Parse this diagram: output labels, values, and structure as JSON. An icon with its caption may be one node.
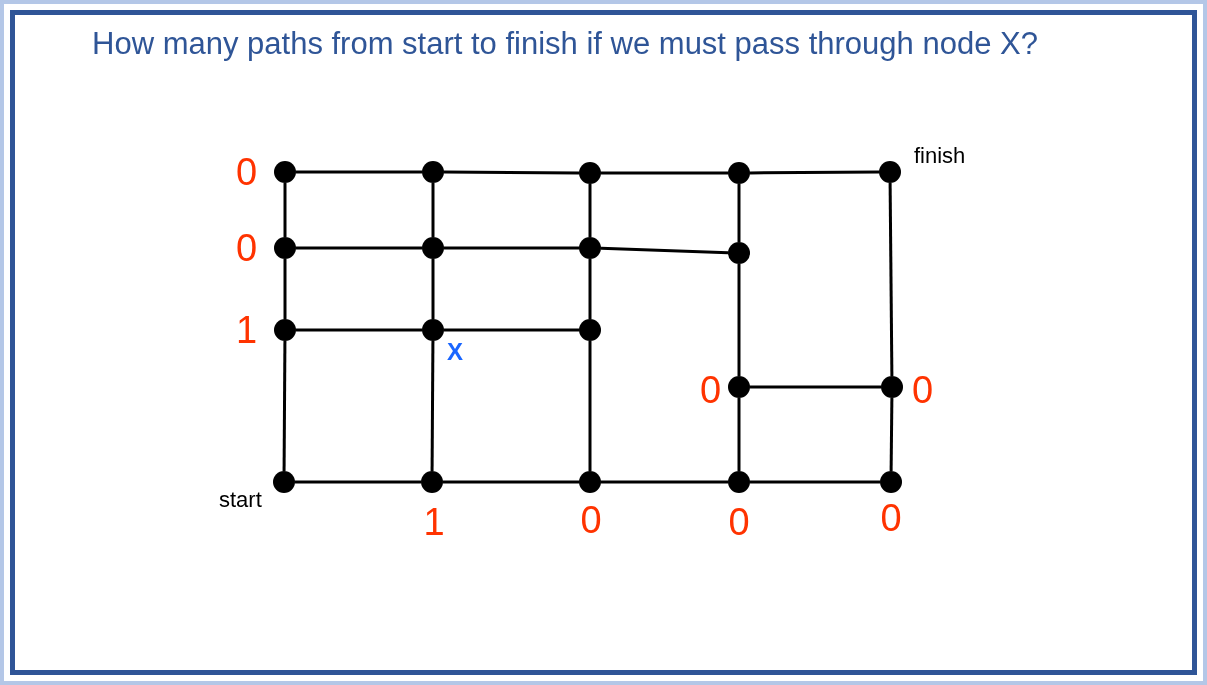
{
  "diagram": {
    "title": "How many paths from start to finish if we must pass through node X?",
    "nodes": [
      {
        "text": [],
        "shape": "circle",
        "beside": [
          "0"
        ]
      },
      {
        "text": [],
        "shape": "circle"
      },
      {
        "text": [],
        "shape": "circle"
      },
      {
        "text": [],
        "shape": "circle"
      },
      {
        "text": [],
        "shape": "circle",
        "beside": [
          "finish"
        ]
      },
      {
        "text": [],
        "shape": "circle",
        "beside": [
          "0"
        ]
      },
      {
        "text": [],
        "shape": "circle"
      },
      {
        "text": [],
        "shape": "circle"
      },
      {
        "text": [],
        "shape": "circle"
      },
      {
        "text": [],
        "shape": "circle",
        "beside": [
          "1"
        ]
      },
      {
        "text": [],
        "shape": "circle",
        "beside": [
          "X"
        ]
      },
      {
        "text": [],
        "shape": "circle"
      },
      {
        "text": [],
        "shape": "circle",
        "beside": [
          "0"
        ]
      },
      {
        "text": [],
        "shape": "circle",
        "beside": [
          "0"
        ]
      },
      {
        "text": [],
        "shape": "circle",
        "beside": [
          "start"
        ]
      },
      {
        "text": [],
        "shape": "circle",
        "beside": [
          "1"
        ]
      },
      {
        "text": [],
        "shape": "circle",
        "beside": [
          "0"
        ]
      },
      {
        "text": [],
        "shape": "circle",
        "beside": [
          "0"
        ]
      },
      {
        "text": [],
        "shape": "circle",
        "beside": [
          "0"
        ]
      }
    ],
    "edges": [
      {
        "from": 0,
        "to": 1,
        "arrow": "none"
      },
      {
        "from": 1,
        "to": 2,
        "arrow": "none"
      },
      {
        "from": 2,
        "to": 3,
        "arrow": "none"
      },
      {
        "from": 3,
        "to": 4,
        "arrow": "none"
      },
      {
        "from": 5,
        "to": 6,
        "arrow": "none"
      },
      {
        "from": 6,
        "to": 7,
        "arrow": "none"
      },
      {
        "from": 7,
        "to": 8,
        "arrow": "none"
      },
      {
        "from": 9,
        "to": 10,
        "arrow": "none"
      },
      {
        "from": 10,
        "to": 11,
        "arrow": "none"
      },
      {
        "from": 12,
        "to": 13,
        "arrow": "none"
      },
      {
        "from": 14,
        "to": 15,
        "arrow": "none"
      },
      {
        "from": 15,
        "to": 16,
        "arrow": "none"
      },
      {
        "from": 16,
        "to": 17,
        "arrow": "none"
      },
      {
        "from": 17,
        "to": 18,
        "arrow": "none"
      },
      {
        "from": 0,
        "to": 5,
        "arrow": "none"
      },
      {
        "from": 5,
        "to": 9,
        "arrow": "none"
      },
      {
        "from": 9,
        "to": 14,
        "arrow": "none"
      },
      {
        "from": 1,
        "to": 6,
        "arrow": "none"
      },
      {
        "from": 6,
        "to": 10,
        "arrow": "none"
      },
      {
        "from": 10,
        "to": 15,
        "arrow": "none"
      },
      {
        "from": 2,
        "to": 7,
        "arrow": "none"
      },
      {
        "from": 7,
        "to": 11,
        "arrow": "none"
      },
      {
        "from": 11,
        "to": 16,
        "arrow": "none"
      },
      {
        "from": 3,
        "to": 8,
        "arrow": "none"
      },
      {
        "from": 8,
        "to": 12,
        "arrow": "none"
      },
      {
        "from": 12,
        "to": 17,
        "arrow": "none"
      },
      {
        "from": 4,
        "to": 13,
        "arrow": "none"
      },
      {
        "from": 13,
        "to": 18,
        "arrow": "none"
      }
    ]
  }
}
